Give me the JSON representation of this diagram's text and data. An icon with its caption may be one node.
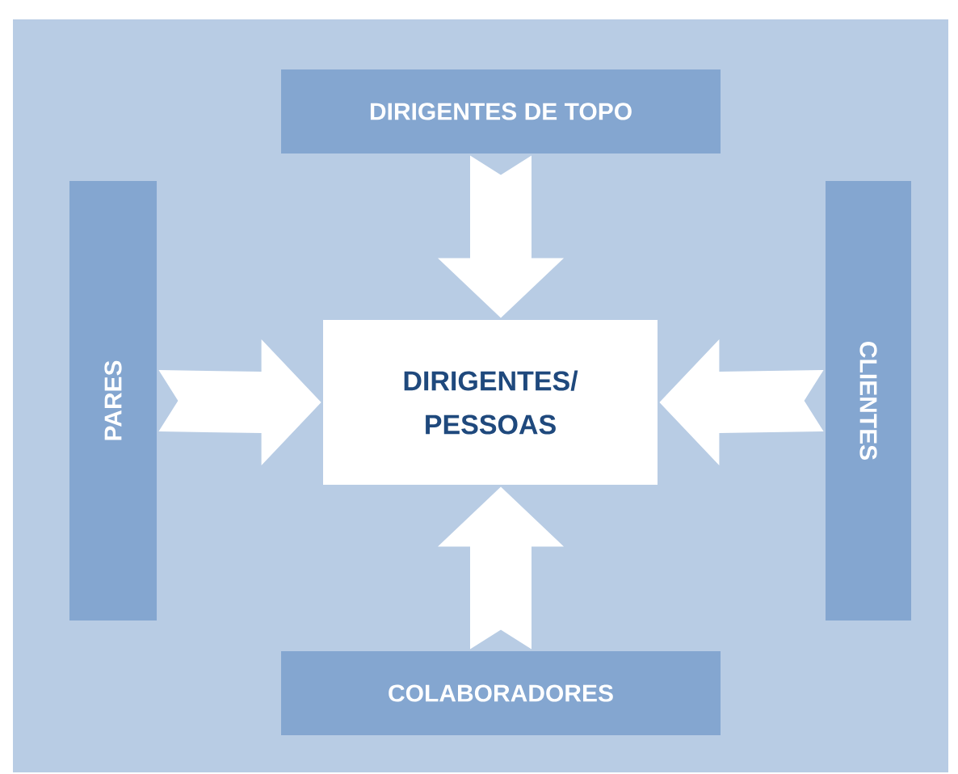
{
  "diagram": {
    "nodes": [
      {
        "text": [
          "DIRIGENTES DE TOPO"
        ]
      },
      {
        "text": [
          "PARES"
        ]
      },
      {
        "text": [
          "DIRIGENTES/ PESSOAS"
        ]
      },
      {
        "text": [
          "CLIENTES"
        ]
      },
      {
        "text": [
          "COLABORADORES"
        ]
      }
    ],
    "edges": [
      {
        "from": 0,
        "to": 2,
        "arrow": "to"
      },
      {
        "from": 1,
        "to": 2,
        "arrow": "to"
      },
      {
        "from": 3,
        "to": 2,
        "arrow": "to"
      },
      {
        "from": 4,
        "to": 2,
        "arrow": "to"
      }
    ]
  }
}
